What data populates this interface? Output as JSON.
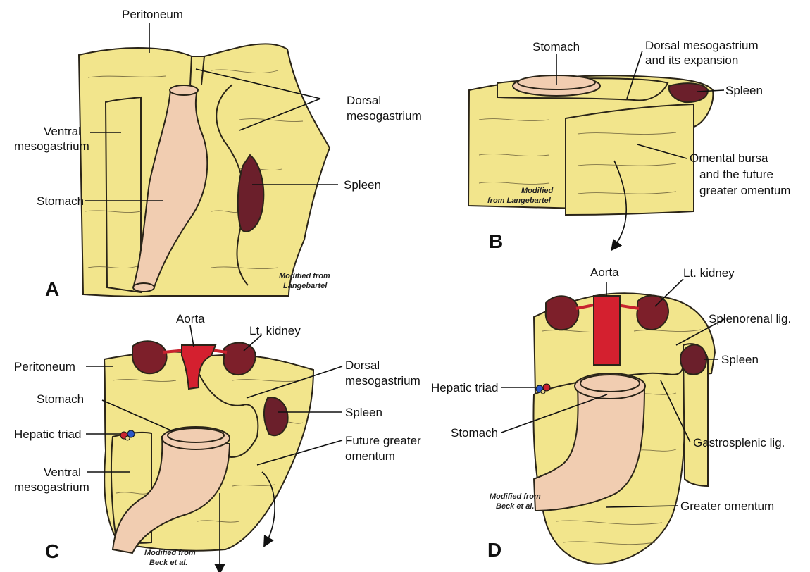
{
  "colors": {
    "mesentery": "#f2e58c",
    "stomach": "#f1cdb1",
    "spleen": "#6b1f2b",
    "kidney": "#7d1f2a",
    "aorta": "#d4202f",
    "outline": "#2a2418",
    "vein": "#2a56c6",
    "artery": "#c8232f"
  },
  "panel_a": {
    "letter": "A",
    "credit": [
      "Modified from",
      "Langebartel"
    ],
    "labels": {
      "peritoneum": "Peritoneum",
      "dorsal_mesogastrium": [
        "Dorsal",
        "mesogastrium"
      ],
      "ventral_mesogastrium": [
        "Ventral",
        "mesogastrium"
      ],
      "spleen": "Spleen",
      "stomach": "Stomach"
    }
  },
  "panel_b": {
    "letter": "B",
    "credit": [
      "Modified",
      "from Langebartel"
    ],
    "labels": {
      "stomach": "Stomach",
      "dorsal_mesogastrium": [
        "Dorsal mesogastrium",
        "and its expansion"
      ],
      "spleen": "Spleen",
      "omental_bursa": [
        "Omental bursa",
        "and the future",
        "greater omentum"
      ]
    }
  },
  "panel_c": {
    "letter": "C",
    "credit": [
      "Modified from",
      "Beck et al."
    ],
    "labels": {
      "aorta": "Aorta",
      "lt_kidney": "Lt. kidney",
      "peritoneum": "Peritoneum",
      "dorsal_mesogastrium": [
        "Dorsal",
        "mesogastrium"
      ],
      "stomach": "Stomach",
      "spleen": "Spleen",
      "hepatic_triad": "Hepatic triad",
      "future_greater_omentum": [
        "Future greater",
        "omentum"
      ],
      "ventral_mesogastrium": [
        "Ventral",
        "mesogastrium"
      ]
    }
  },
  "panel_d": {
    "letter": "D",
    "credit": [
      "Modified from",
      "Beck et al."
    ],
    "labels": {
      "aorta": "Aorta",
      "lt_kidney": "Lt. kidney",
      "splenorenal_lig": "Splenorenal lig.",
      "spleen": "Spleen",
      "hepatic_triad": "Hepatic triad",
      "stomach": "Stomach",
      "gastrosplenic_lig": "Gastrosplenic lig.",
      "greater_omentum": "Greater omentum"
    }
  }
}
